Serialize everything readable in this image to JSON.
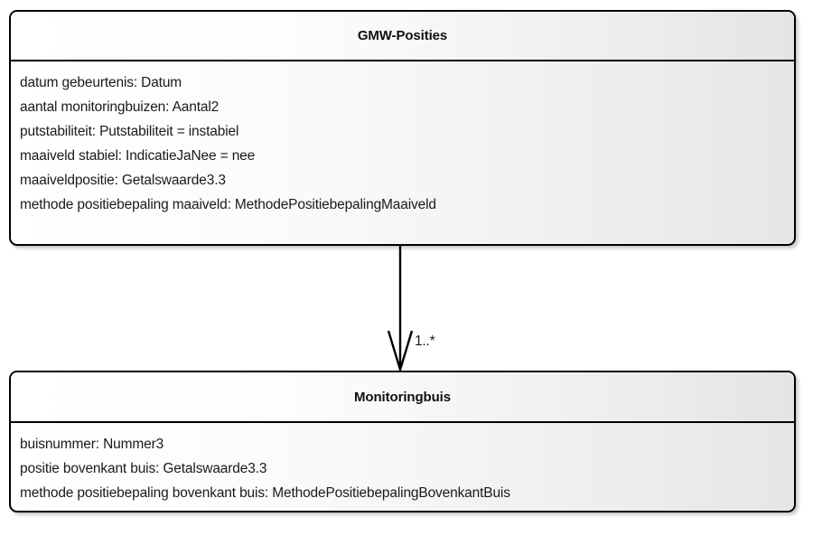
{
  "diagram": {
    "type": "uml-class-diagram",
    "background_color": "#ffffff",
    "border_color": "#000000",
    "text_color": "#1a1a1a",
    "classes": [
      {
        "id": "gmw-posities",
        "name": "GMW-Posities",
        "attributes": [
          "datum gebeurtenis: Datum",
          "aantal monitoringbuizen: Aantal2",
          "putstabiliteit: Putstabiliteit = instabiel",
          "maaiveld stabiel: IndicatieJaNee = nee",
          "maaiveldpositie: Getalswaarde3.3",
          "methode positiebepaling maaiveld: MethodePositiebepalingMaaiveld"
        ]
      },
      {
        "id": "monitoringbuis",
        "name": "Monitoringbuis",
        "attributes": [
          "buisnummer: Nummer3",
          "positie bovenkant buis: Getalswaarde3.3",
          "methode positiebepaling bovenkant buis: MethodePositiebepalingBovenkantBuis"
        ]
      }
    ],
    "association": {
      "from": "GMW-Posities",
      "to": "Monitoringbuis",
      "multiplicity": "1..*",
      "arrow_style": "open-arrowhead",
      "direction": "down"
    }
  }
}
